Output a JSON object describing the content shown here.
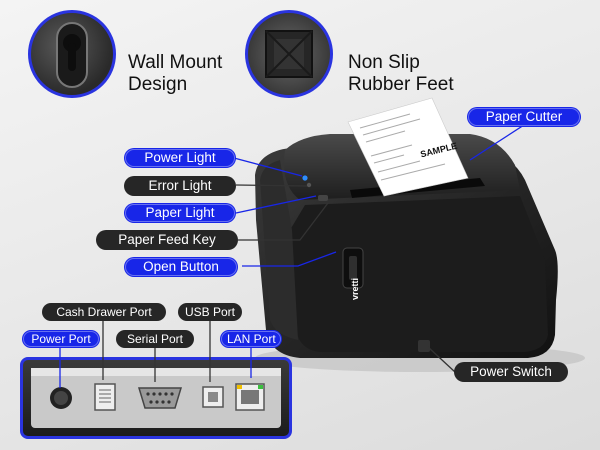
{
  "features": {
    "wall_mount": "Wall Mount\nDesign",
    "non_slip": "Non Slip\nRubber Feet"
  },
  "labels": {
    "paper_cutter": "Paper Cutter",
    "power_light": "Power Light",
    "error_light": "Error Light",
    "paper_light": "Paper Light",
    "paper_feed_key": "Paper Feed Key",
    "open_button": "Open Button",
    "power_switch": "Power Switch"
  },
  "ports": {
    "cash_drawer": "Cash Drawer Port",
    "usb": "USB Port",
    "power": "Power Port",
    "serial": "Serial Port",
    "lan": "LAN Port"
  },
  "printer": {
    "brand": "vretti",
    "receipt_sample": "SAMPLE"
  },
  "colors": {
    "accent_blue": "#1826e8",
    "dark_label": "#262626"
  }
}
